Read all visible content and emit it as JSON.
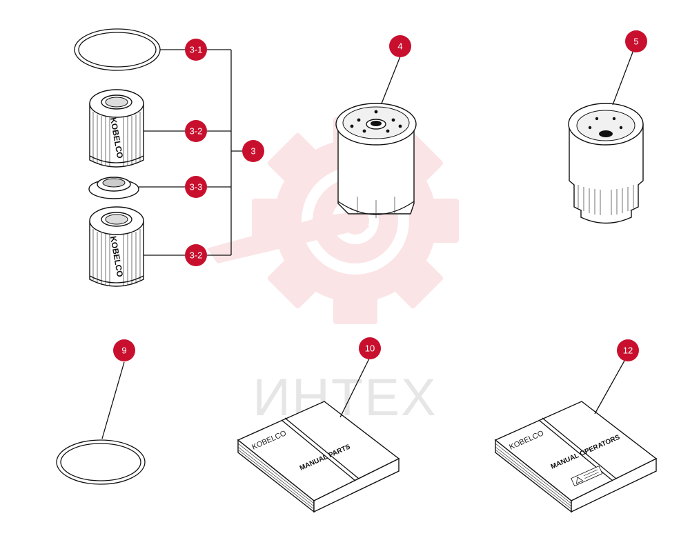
{
  "watermark": {
    "text": "ИНТЕХ",
    "color": "#f9dadd"
  },
  "callout_color": "#c8102e",
  "callouts": {
    "c3_1": "3-1",
    "c3_2a": "3-2",
    "c3_3": "3-3",
    "c3_2b": "3-2",
    "c3": "3",
    "c4": "4",
    "c5": "5",
    "c9": "9",
    "c10": "10",
    "c12": "12"
  },
  "parts": {
    "element_upper_brand": "KOBELCO",
    "element_lower_brand": "KOBELCO",
    "manual_parts": {
      "brand": "KOBELCO",
      "title": "MANUAL PARTS"
    },
    "manual_operators": {
      "brand": "KOBELCO",
      "title": "MANUAL OPERATORS"
    }
  }
}
